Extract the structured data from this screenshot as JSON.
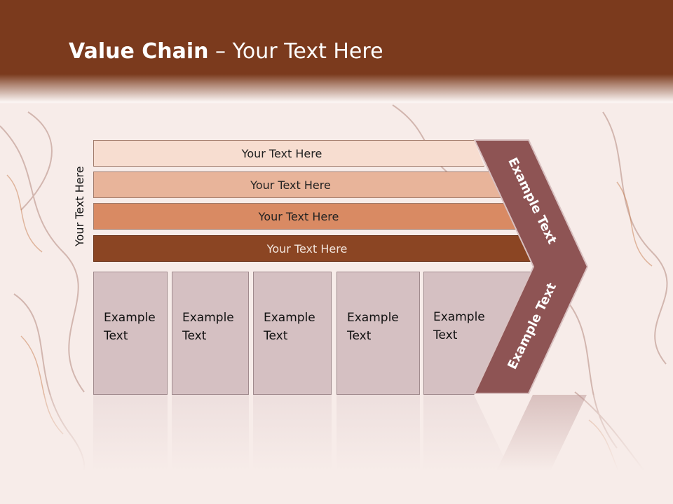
{
  "slide": {
    "title_bold": "Value Chain",
    "title_rest": " – Your Text Here",
    "vertical_label": "Your Text Here"
  },
  "bars": [
    {
      "label": "Your Text Here",
      "color": "#f7ddd0"
    },
    {
      "label": "Your Text Here",
      "color": "#e8b49a"
    },
    {
      "label": "Your Text Here",
      "color": "#d98a63"
    },
    {
      "label": "Your Text Here",
      "color": "#8b4523"
    }
  ],
  "columns": [
    {
      "line1": "Example",
      "line2": "Text"
    },
    {
      "line1": "Example",
      "line2": "Text"
    },
    {
      "line1": "Example",
      "line2": "Text"
    },
    {
      "line1": "Example",
      "line2": "Text"
    },
    {
      "line1": "Example",
      "line2": "Text"
    }
  ],
  "chevron": {
    "top_label": "Example Text",
    "bottom_label": "Example Text",
    "color": "#8e5454"
  },
  "colors": {
    "header": "#7b3a1d",
    "background": "#f7ece9",
    "column_fill": "#d5c0c2"
  }
}
